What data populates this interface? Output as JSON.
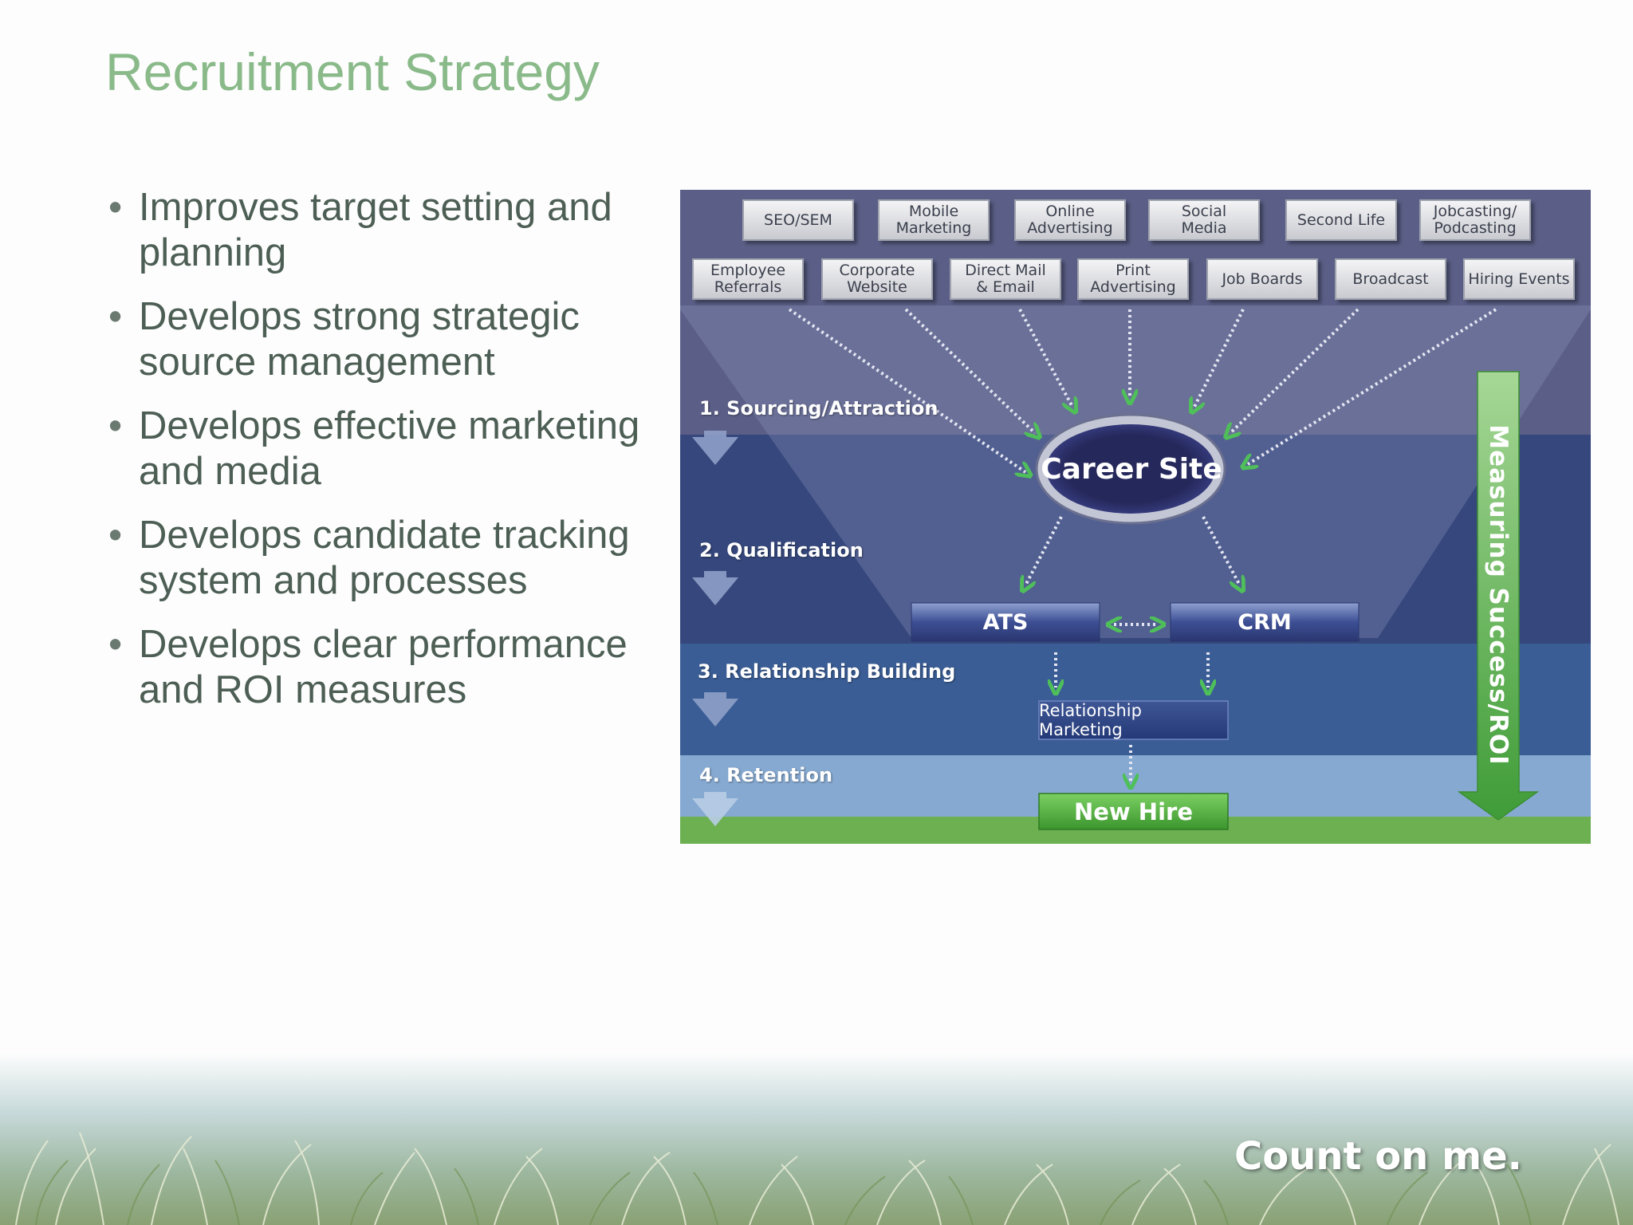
{
  "slide": {
    "title": "Recruitment Strategy",
    "bullets": [
      "Improves target setting and planning",
      "Develops strong strategic source management",
      "Develops effective marketing and media",
      "Develops candidate tracking system and processes",
      "Develops clear performance and ROI measures"
    ],
    "brand_tagline": "Count on me."
  },
  "diagram": {
    "channels_row1": [
      [
        "SEO/SEM"
      ],
      [
        "Mobile",
        "Marketing"
      ],
      [
        "Online",
        "Advertising"
      ],
      [
        "Social",
        "Media"
      ],
      [
        "Second Life"
      ],
      [
        "Jobcasting/",
        "Podcasting"
      ]
    ],
    "channels_row2": [
      [
        "Employee",
        "Referrals"
      ],
      [
        "Corporate",
        "Website"
      ],
      [
        "Direct Mail",
        "& Email"
      ],
      [
        "Print",
        "Advertising"
      ],
      [
        "Job Boards"
      ],
      [
        "Broadcast"
      ],
      [
        "Hiring Events"
      ]
    ],
    "stages": [
      "1. Sourcing/Attraction",
      "2. Qualification",
      "3. Relationship Building",
      "4. Retention"
    ],
    "hub": "Career Site",
    "systems": {
      "left": "ATS",
      "right": "CRM"
    },
    "relationship": "Relationship Marketing",
    "outcome": "New Hire",
    "measure": "Measuring Success/ROI",
    "colors": {
      "band1": "#5b5f87",
      "band2": "#35477c",
      "band3": "#3a5d95",
      "band4": "#86a9d1",
      "accent": "#5fb048",
      "title": "#8aba8a",
      "text": "#4d5f55"
    }
  }
}
